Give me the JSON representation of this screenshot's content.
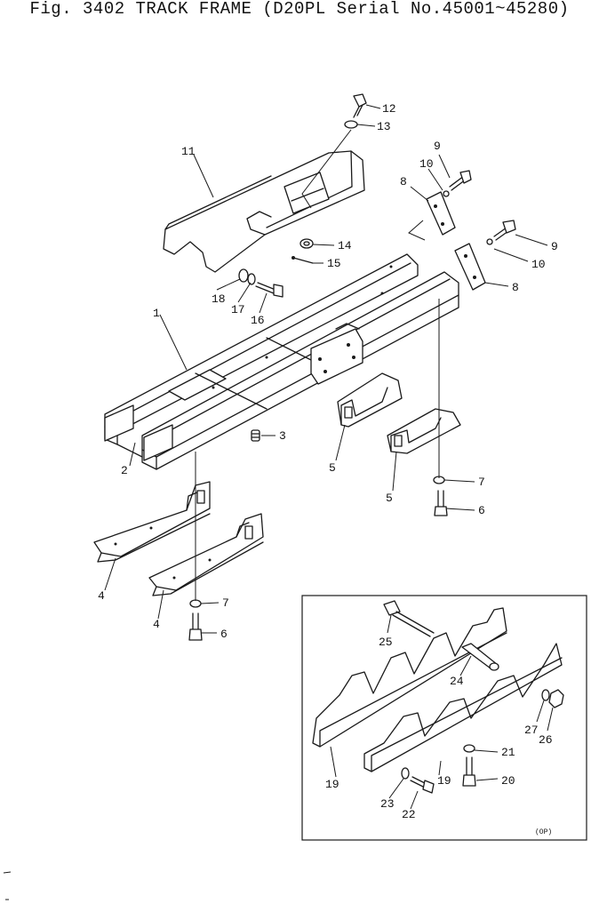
{
  "figure": {
    "title": "Fig. 3402 TRACK FRAME (D20PL Serial No.45001~45280)",
    "inset_tag": "(OP)"
  },
  "callouts": [
    "12",
    "13",
    "11",
    "9",
    "10",
    "8",
    "14",
    "9",
    "10",
    "15",
    "18",
    "17",
    "16",
    "8",
    "1",
    "3",
    "2",
    "5",
    "7",
    "5",
    "6",
    "4",
    "7",
    "4",
    "6",
    "25",
    "24",
    "27",
    "26",
    "21",
    "19",
    "19",
    "20",
    "23",
    "22"
  ]
}
